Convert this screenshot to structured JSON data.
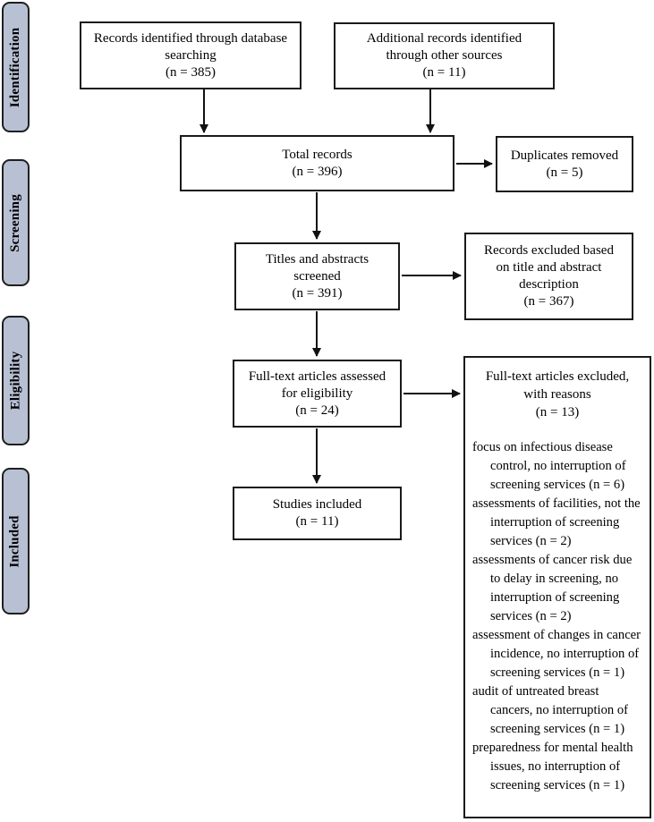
{
  "figure": {
    "type": "prisma-flow-diagram",
    "colors": {
      "stage_fill": "#b8c0d3",
      "box_border": "#1a1a1a",
      "arrow": "#111111"
    },
    "stages": [
      {
        "label": "Identification"
      },
      {
        "label": "Screening"
      },
      {
        "label": "Eligibility"
      },
      {
        "label": "Included"
      }
    ],
    "boxes": {
      "records_db": {
        "lines": [
          "Records identified through database",
          "searching",
          "(n = 385)"
        ]
      },
      "records_other": {
        "lines": [
          "Additional records identified",
          "through other sources",
          "(n = 11)"
        ]
      },
      "total": {
        "lines": [
          "Total records",
          "(n = 396)"
        ]
      },
      "duplicates": {
        "lines": [
          "Duplicates removed",
          "(n = 5)"
        ]
      },
      "titles_screened": {
        "lines": [
          "Titles and abstracts",
          "screened",
          "(n = 391)"
        ]
      },
      "excluded_title": {
        "lines": [
          "Records excluded based",
          "on title and abstract",
          "description",
          "(n = 367)"
        ]
      },
      "fulltext_assessed": {
        "lines": [
          "Full-text articles assessed",
          "for eligibility",
          "(n = 24)"
        ]
      },
      "studies_included": {
        "lines": [
          "Studies included",
          "(n = 11)"
        ]
      },
      "excluded_fulltext": {
        "header_lines": [
          "Full-text articles excluded,",
          "with reasons",
          "(n = 13)"
        ],
        "reasons": [
          "focus on infectious disease control, no interruption of screening services (n = 6)",
          "assessments of facilities, not the interruption of screening services (n = 2)",
          "assessments of cancer risk due to delay in screening, no interruption of screening services (n = 2)",
          "assessment of changes in cancer incidence, no interruption of screening services (n = 1)",
          "audit of untreated breast cancers, no interruption of screening services (n = 1)",
          "preparedness for mental health issues, no interruption of screening services (n = 1)"
        ]
      }
    }
  }
}
